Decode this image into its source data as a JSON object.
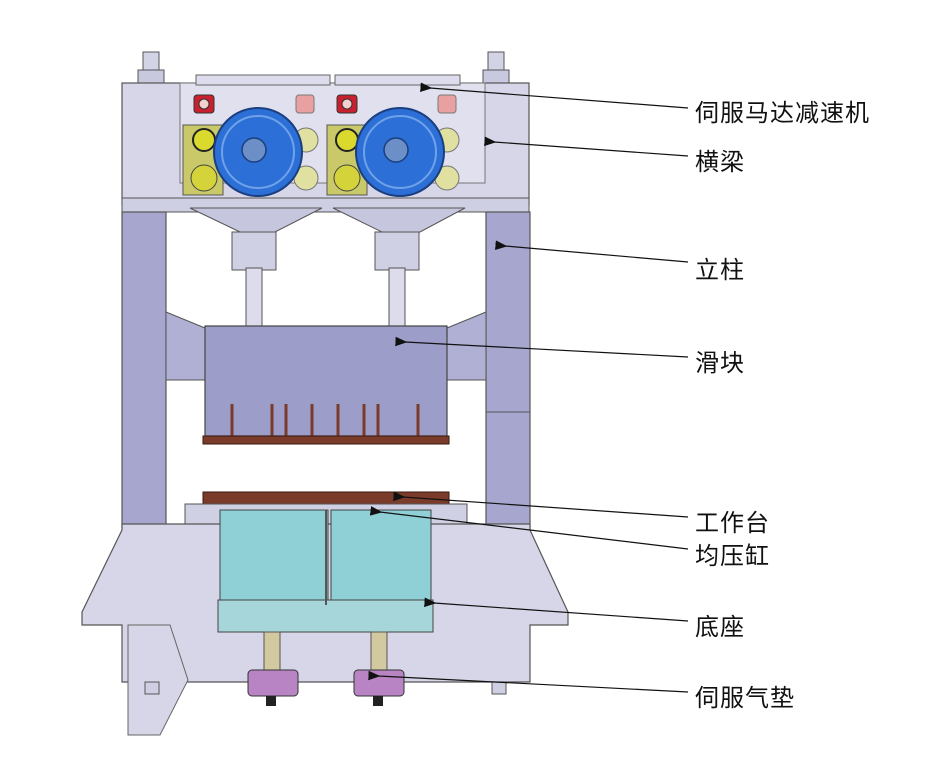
{
  "labels": {
    "servo_motor_reducer": "伺服马达减速机",
    "crossbeam": "横梁",
    "column": "立柱",
    "slider": "滑块",
    "worktable": "工作台",
    "pressure_cylinder": "均压缸",
    "base": "底座",
    "servo_cushion": "伺服气垫"
  },
  "colors": {
    "frame": "#d3d3e6",
    "frame_dark": "#9b9bc2",
    "column": "#a6a6cf",
    "slider": "#9d9dca",
    "motor_blue": "#2c6fd6",
    "motor_ring": "#3d7fe0",
    "yellow": "#d4d43a",
    "red_part": "#c8202e",
    "die_brown": "#7a3b2a",
    "cylinder": "#8ed0d6",
    "cushion": "#b884c4",
    "line": "#1a1a1a"
  }
}
